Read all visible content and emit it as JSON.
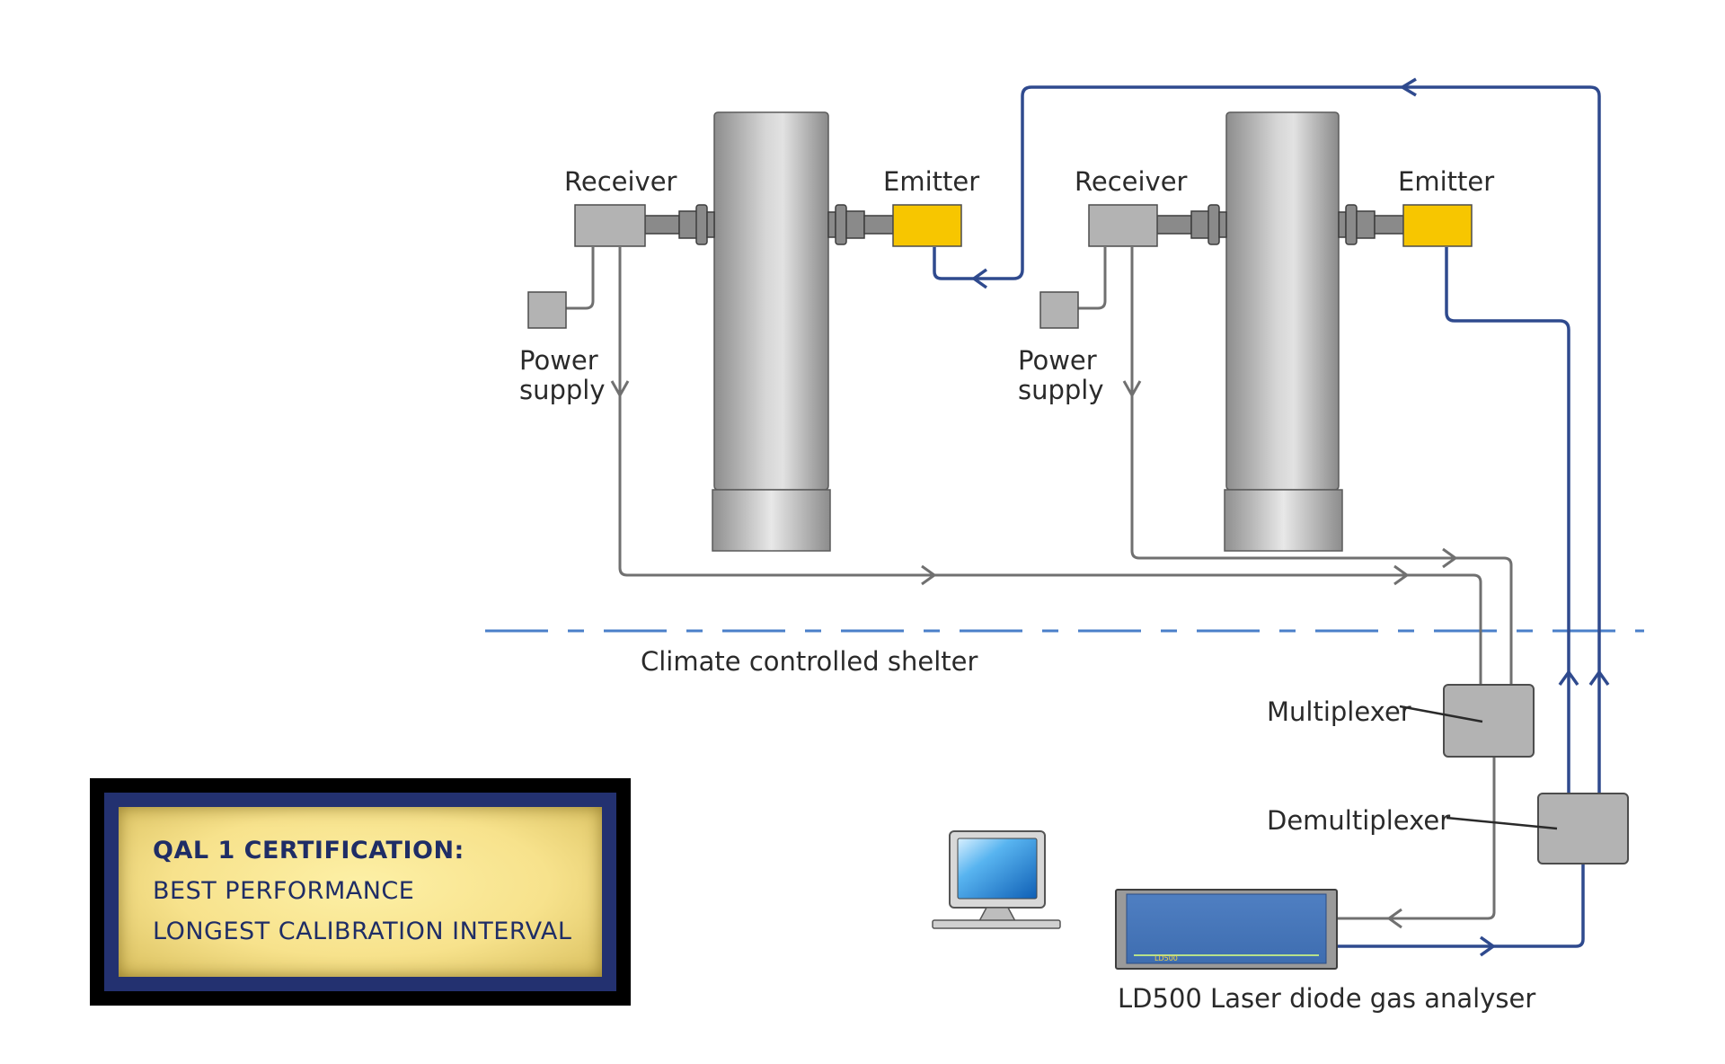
{
  "diagram": {
    "left_stack": {
      "receiver_label": "Receiver",
      "emitter_label": "Emitter",
      "power_supply_line1": "Power",
      "power_supply_line2": "supply"
    },
    "right_stack": {
      "receiver_label": "Receiver",
      "emitter_label": "Emitter",
      "power_supply_line1": "Power",
      "power_supply_line2": "supply"
    },
    "shelter_label": "Climate controlled shelter",
    "multiplexer_label": "Multiplexer",
    "demultiplexer_label": "Demultiplexer",
    "analyser_label": "LD500 Laser diode gas analyser",
    "analyser_badge": "LD500"
  },
  "certification": {
    "title": "QAL 1 CERTIFICATION:",
    "line1": "BEST PERFORMANCE",
    "line2": "LONGEST CALIBRATION INTERVAL"
  },
  "colors": {
    "fiber_blue": "#2f4a8e",
    "cable_gray": "#707070",
    "emitter_yellow": "#f7c600",
    "dashed_line": "#4a7fc9",
    "box_gray": "#b3b3b3",
    "badge_text": "#1f2d66"
  }
}
